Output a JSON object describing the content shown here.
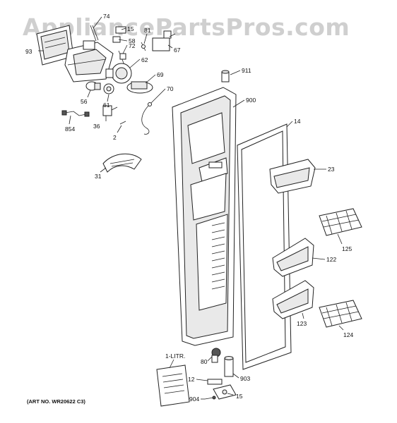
{
  "watermark": "AppliancePartsPros.com",
  "art_number": "(ART NO. WR20622 C3)",
  "callouts": {
    "p74": "74",
    "p15a": "15",
    "p58": "58",
    "p81": "81",
    "p67": "67",
    "p93": "93",
    "p72": "72",
    "p62": "62",
    "p911": "911",
    "p69": "69",
    "p70": "70",
    "p900": "900",
    "p56": "56",
    "p61": "61",
    "p854": "854",
    "p36": "36",
    "p2": "2",
    "p14": "14",
    "p31": "31",
    "p23": "23",
    "p125": "125",
    "p122": "122",
    "p123": "123",
    "p124": "124",
    "p1litr": "1-LITR.",
    "p80": "80",
    "p12": "12",
    "p903": "903",
    "p904": "904",
    "p15b": "15"
  }
}
